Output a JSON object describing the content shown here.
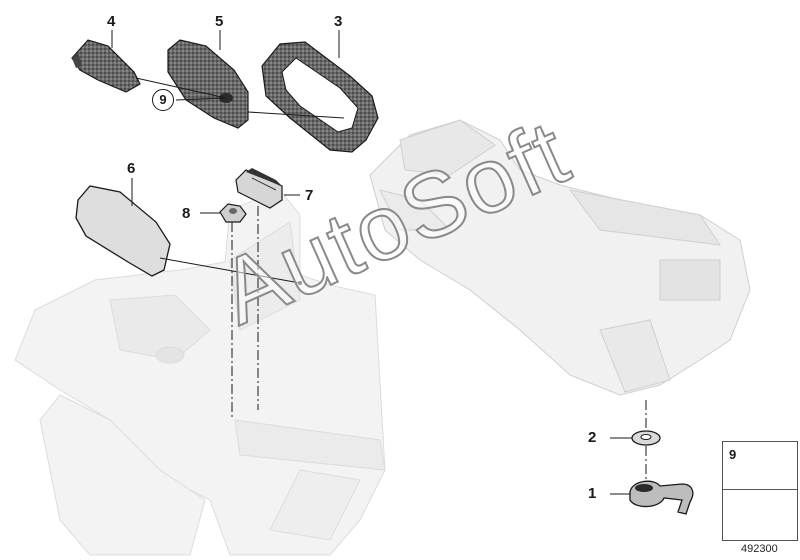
{
  "callouts": {
    "c1": "1",
    "c2": "2",
    "c3": "3",
    "c4": "4",
    "c5": "5",
    "c6": "6",
    "c7": "7",
    "c8": "8",
    "c9": "9"
  },
  "legend": {
    "item_number": "9"
  },
  "diagram_id": "492300",
  "watermark": "AutoSoft",
  "colors": {
    "line": "#1a1a1a",
    "part_fill": "#e6e6e6",
    "part_dark": "#555555",
    "ghost": "#f2f2f2"
  }
}
